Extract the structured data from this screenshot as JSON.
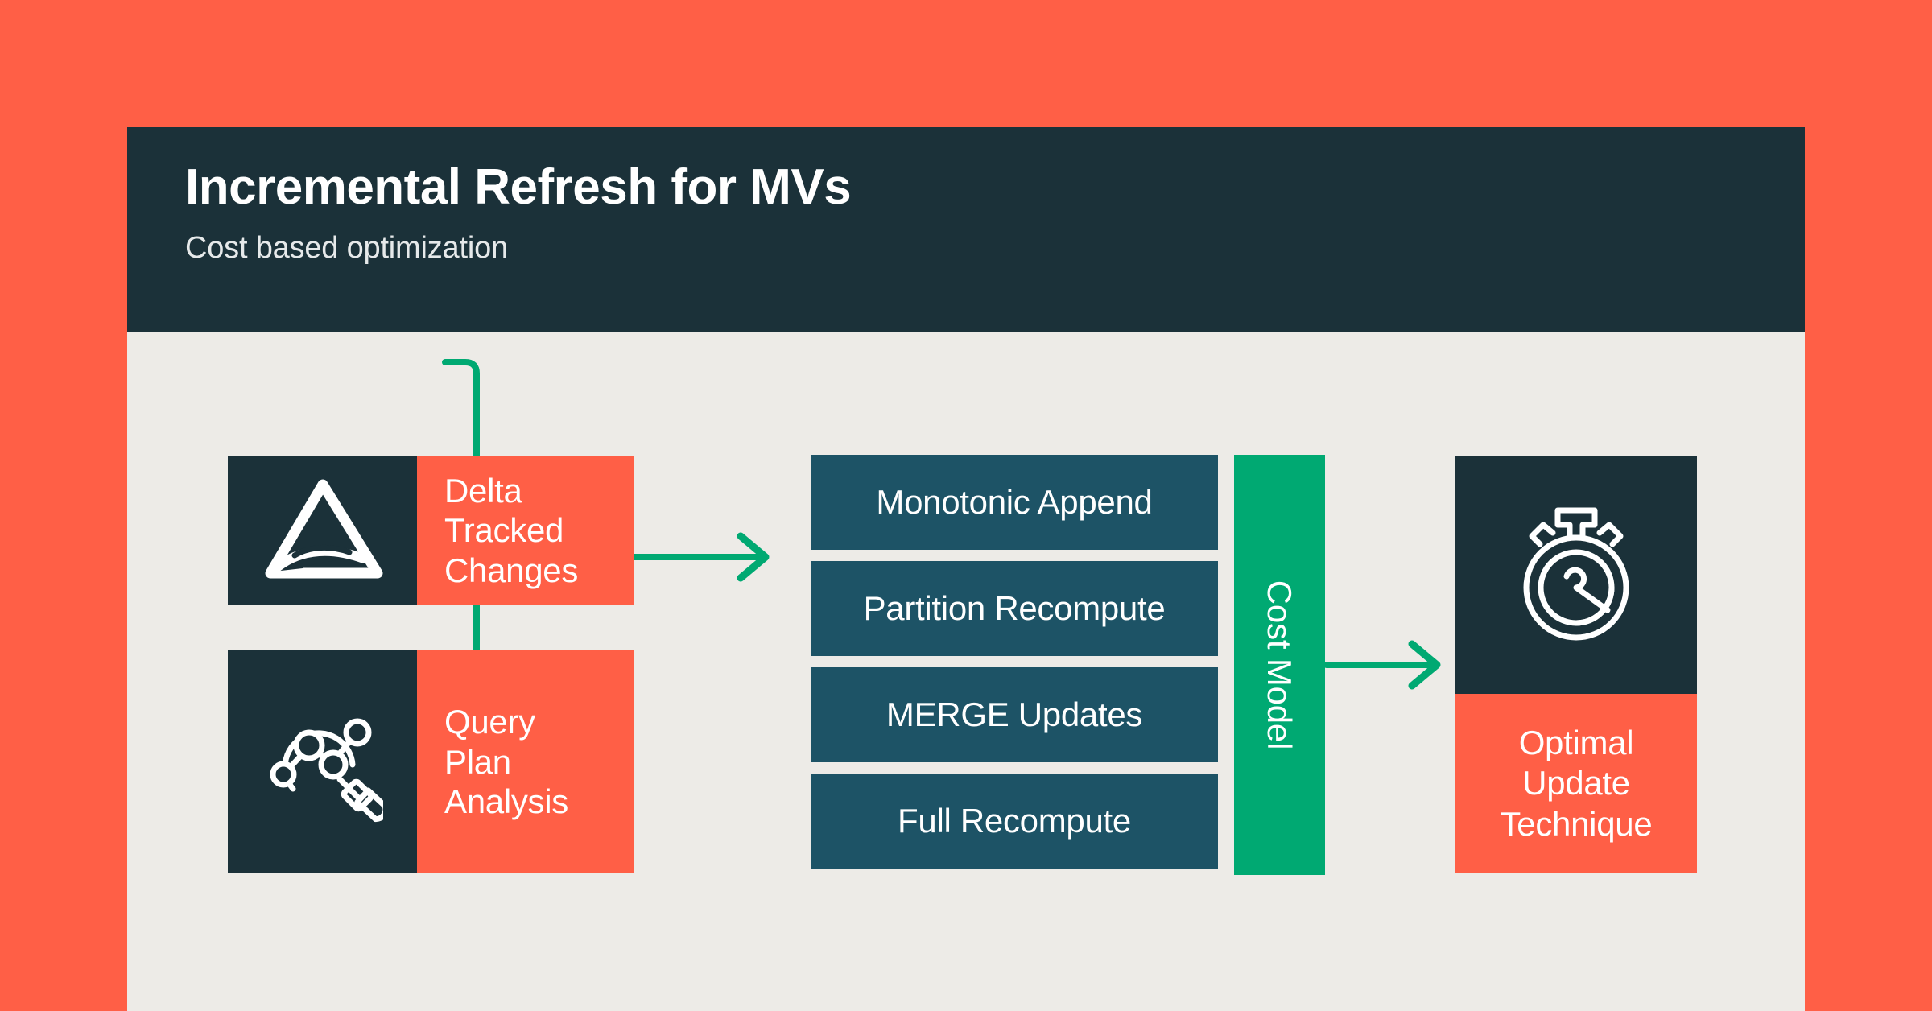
{
  "page": {
    "background_color": "#FF5F46",
    "card_background": "#EDEBE7"
  },
  "header": {
    "title": "Incremental Refresh for MVs",
    "subtitle": "Cost based optimization",
    "background_color": "#1B3139",
    "title_color": "#FFFFFF"
  },
  "diagram": {
    "inputs": [
      {
        "icon": "delta-lake-logo-icon",
        "label_lines": [
          "Delta",
          "Tracked",
          "Changes"
        ],
        "icon_background": "#1B3139",
        "label_background": "#FF5F46"
      },
      {
        "icon": "query-plan-magnifier-icon",
        "label_lines": [
          "Query",
          "Plan",
          "Analysis"
        ],
        "icon_background": "#1B3139",
        "label_background": "#FF5F46"
      }
    ],
    "strategies": {
      "background_color": "#1D5366",
      "items": [
        "Monotonic Append",
        "Partition Recompute",
        "MERGE Updates",
        "Full Recompute"
      ]
    },
    "cost_model": {
      "label": "Cost Model",
      "background_color": "#00A972",
      "orientation": "vertical"
    },
    "output": {
      "icon": "stopwatch-icon",
      "label_lines": [
        "Optimal",
        "Update",
        "Technique"
      ],
      "icon_background": "#1B3139",
      "label_background": "#FF5F46"
    },
    "connector_color": "#00A972"
  }
}
